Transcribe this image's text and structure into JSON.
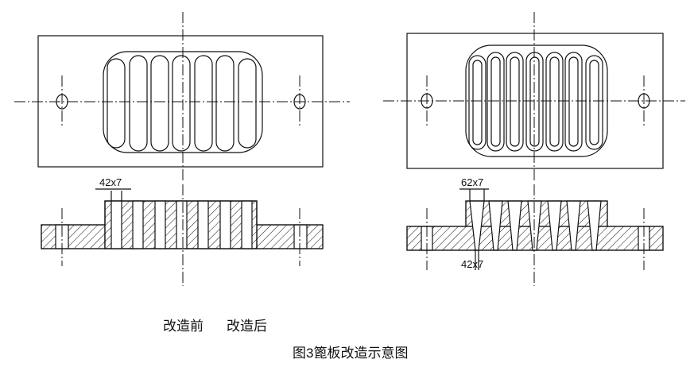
{
  "diagram": {
    "left_dimension": "42x7",
    "right_dimension_top": "62x7",
    "right_dimension_bottom": "42x7",
    "label_before": "改造前",
    "label_after": "改造后",
    "caption": "图3篦板改造示意图",
    "line_color": "#111111"
  }
}
